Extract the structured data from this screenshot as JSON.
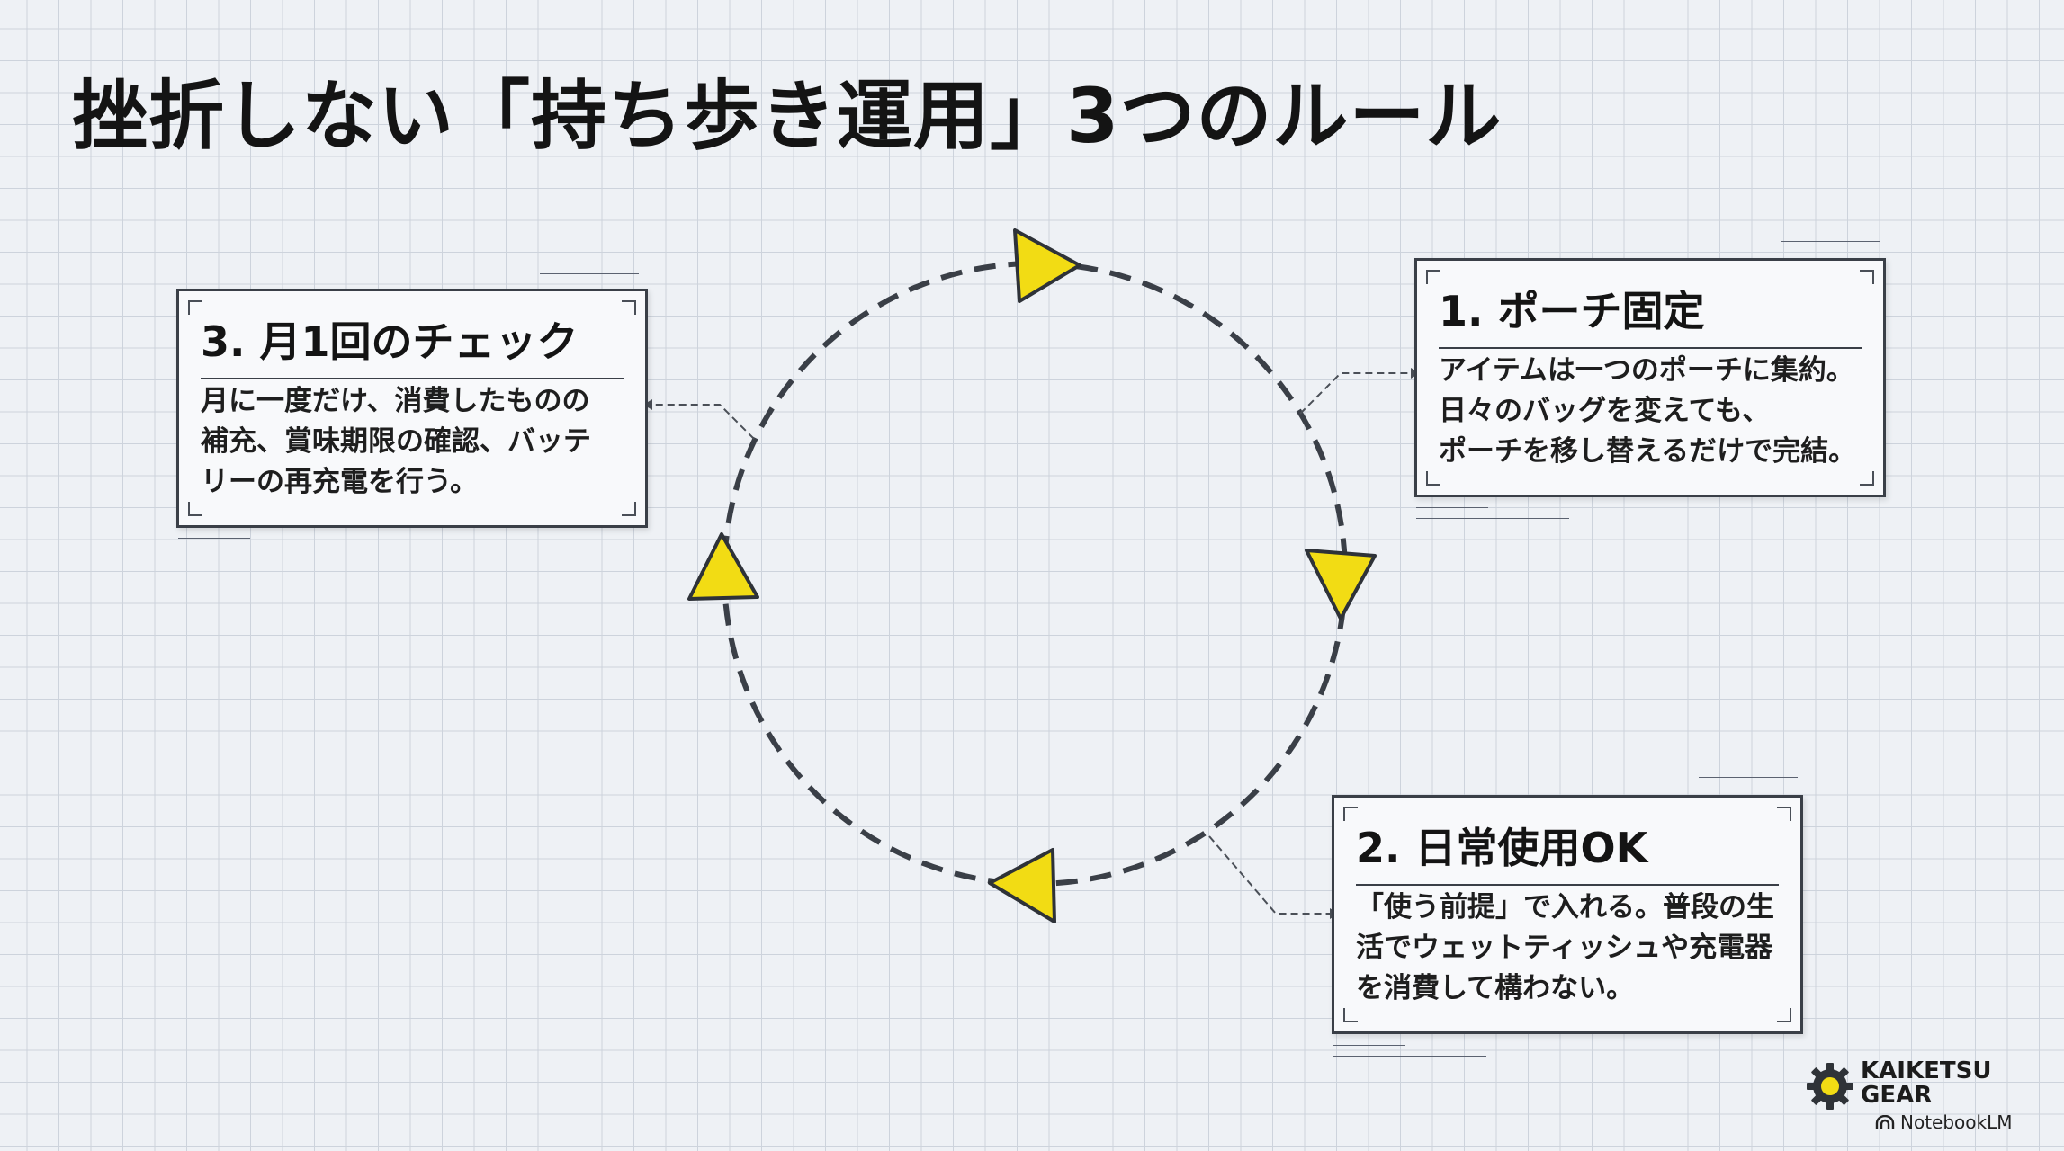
{
  "title": "挫折しない「持ち歩き運用」3つのルール",
  "cards": [
    {
      "title": "1. ポーチ固定",
      "body": [
        "アイテムは一つのポーチに集約。",
        "日々のバッグを変えても、",
        "ポーチを移し替えるだけで完結。"
      ]
    },
    {
      "title": "2. 日常使用OK",
      "body": [
        "「使う前提」で入れる。普段の生",
        "活でウェットティッシュや充電器",
        "を消費して構わない。"
      ]
    },
    {
      "title": "3. 月1回のチェック",
      "body": [
        "月に一度だけ、消費したものの",
        "補充、賞味期限の確認、バッテ",
        "リーの再充電を行う。"
      ]
    }
  ],
  "brand": {
    "name": "KAIKETSU\nGEAR",
    "sub": "NotebookLM",
    "gear_icon": "gear-icon",
    "notebooklm_icon": "notebooklm-icon"
  },
  "colors": {
    "arrow_fill": "#f2dc14",
    "line": "#3a3f47",
    "background": "#eef1f5",
    "grid": "#cdd3dc"
  }
}
